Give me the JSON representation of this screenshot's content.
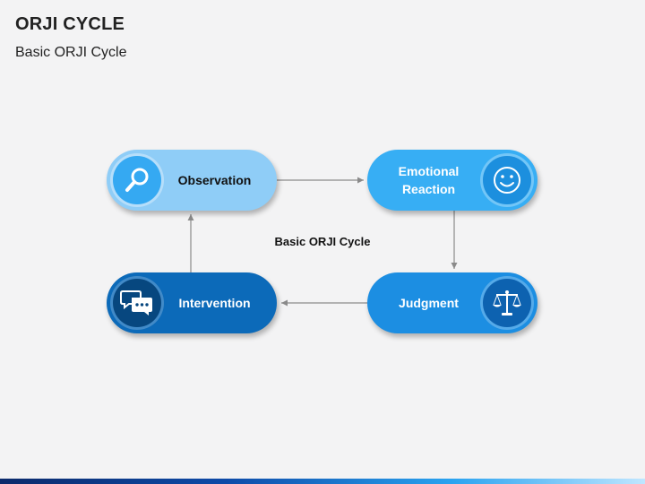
{
  "header": {
    "title": "ORJI CYCLE",
    "subtitle": "Basic ORJI Cycle"
  },
  "diagram": {
    "center_label": "Basic ORJI Cycle",
    "steps": [
      {
        "label": "Observation",
        "icon": "magnifier-icon"
      },
      {
        "label": "Emotional\nReaction",
        "icon": "smiley-icon"
      },
      {
        "label": "Judgment",
        "icon": "scales-icon"
      },
      {
        "label": "Intervention",
        "icon": "chat-bubbles-icon"
      }
    ],
    "flow": [
      "Observation",
      "Emotional Reaction",
      "Judgment",
      "Intervention",
      "Observation"
    ]
  },
  "colors": {
    "observation": "#8fcdf7",
    "emotional_reaction": "#37aef4",
    "judgment": "#1c8ee2",
    "intervention": "#0c6ab9",
    "arrow": "#8a8a8a"
  }
}
